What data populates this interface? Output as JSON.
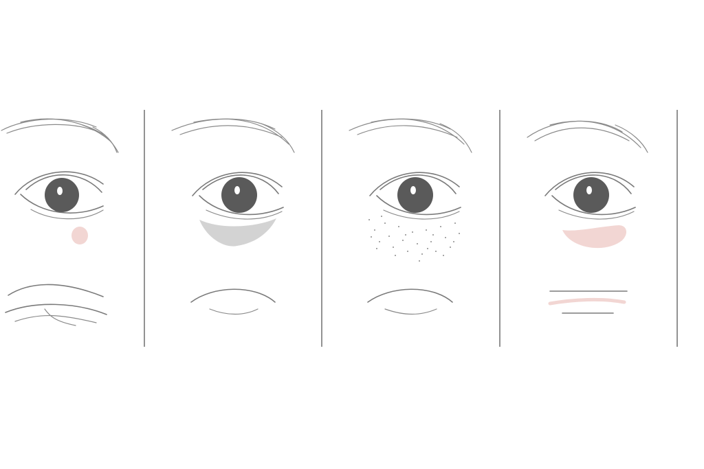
{
  "colors": {
    "background": "#ffffff",
    "line": "#7a7a7a",
    "iris": "#5a5a5a",
    "pupil": "#ffffff",
    "blush": "#f2d6d3",
    "shadow": "#d3d3d3",
    "spots": "#8a8a8a"
  },
  "panels": [
    {
      "id": "wrinkles-panel",
      "feature": "blush-spot-and-lip-wrinkles"
    },
    {
      "id": "dark-circles-panel",
      "feature": "gray-under-eye-shadow"
    },
    {
      "id": "spots-panel",
      "feature": "freckle-dots"
    },
    {
      "id": "redness-panel",
      "feature": "pink-under-eye-patch"
    }
  ]
}
